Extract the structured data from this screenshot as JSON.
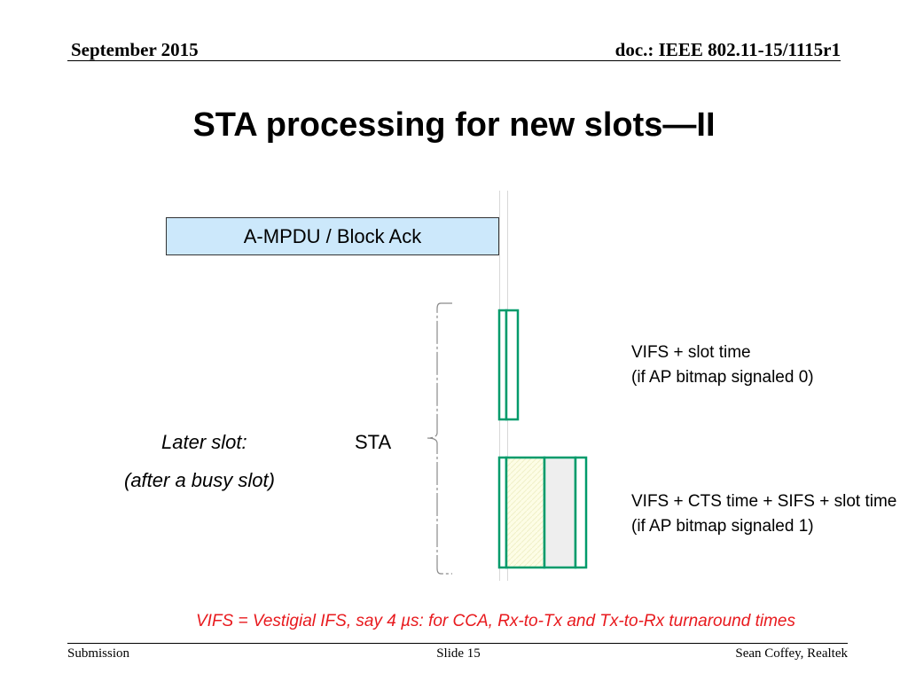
{
  "header": {
    "date": "September 2015",
    "doc_id": "doc.: IEEE 802.11-15/1115r1"
  },
  "title": "STA processing for new slots—II",
  "diagram": {
    "ampdu_label": "A-MPDU / Block Ack",
    "later_slot_label": "Later slot:",
    "after_busy_label": "(after a busy slot)",
    "sta_label": "STA",
    "option0_line1": "VIFS + slot time",
    "option0_line2": "(if AP bitmap signaled 0)",
    "option1_line1": "VIFS + CTS time + SIFS + slot time",
    "option1_line2": "(if AP bitmap signaled 1)",
    "colors": {
      "slot_border": "#009b6b",
      "ampdu_fill": "#cce8fb",
      "cts_fill": "#fdfde6",
      "sifs_fill": "#eeeeee"
    }
  },
  "vifs_note": "VIFS = Vestigial IFS, say 4 µs: for CCA, Rx-to-Tx and Tx-to-Rx turnaround times",
  "footer": {
    "left": "Submission",
    "center": "Slide 15",
    "right": "Sean Coffey, Realtek"
  }
}
